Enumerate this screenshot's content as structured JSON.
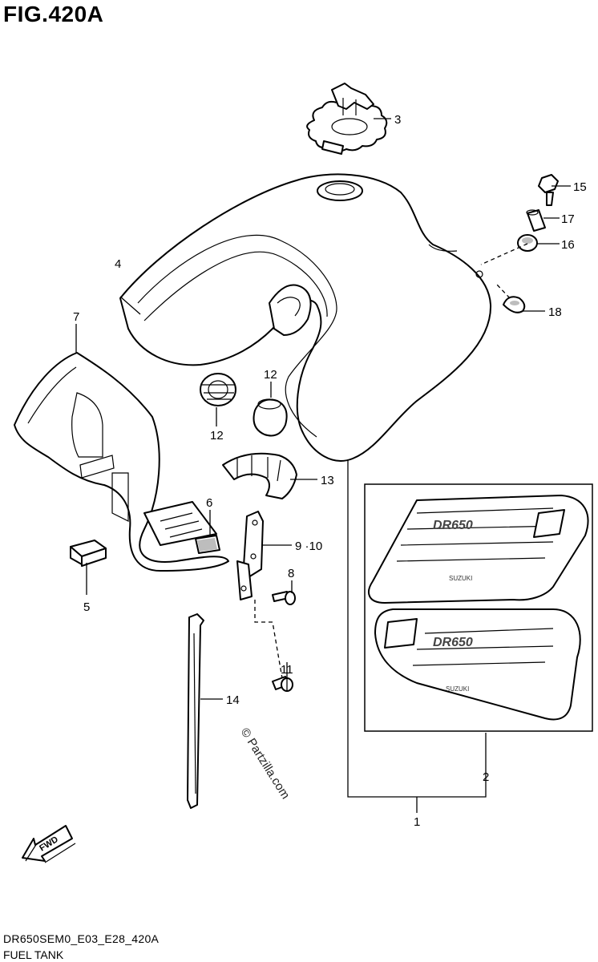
{
  "figure": {
    "title": "FIG.420A",
    "code": "DR650SEM0_E03_E28_420A",
    "caption": "FUEL TANK"
  },
  "callouts": {
    "c1": "1",
    "c2": "2",
    "c3": "3",
    "c4": "4",
    "c5": "5",
    "c6": "6",
    "c7": "7",
    "c8": "8",
    "c9": "9 ·10",
    "c11": "11",
    "c12a": "12",
    "c12b": "12",
    "c13": "13",
    "c14": "14",
    "c15": "15",
    "c16": "16",
    "c17": "17",
    "c18": "18"
  },
  "watermark": "© Partzilla.com",
  "fwd_label": "FWD",
  "decals": {
    "brand": "SUZUKI",
    "model": "DR650"
  }
}
